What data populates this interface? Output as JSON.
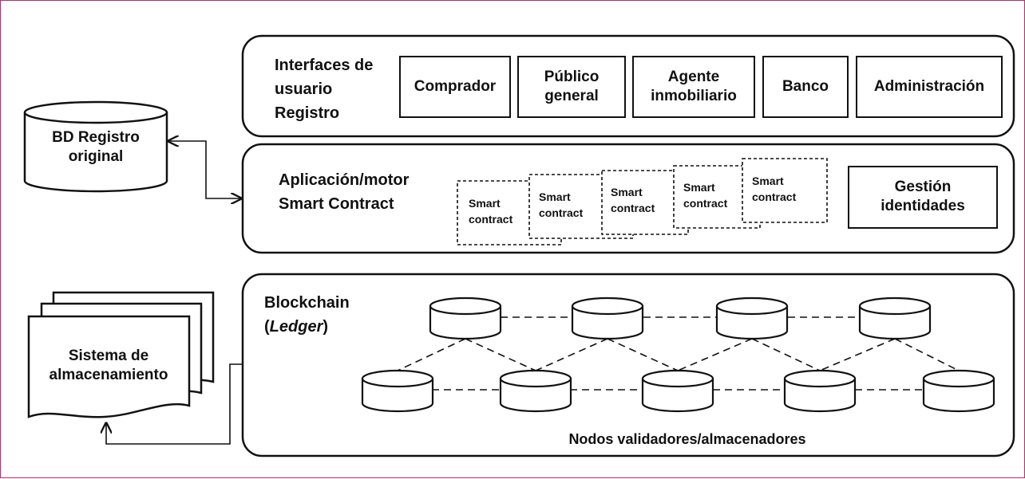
{
  "db": {
    "line1": "BD Registro",
    "line2": "original"
  },
  "interfaces": {
    "title_l1": "Interfaces de",
    "title_l2": "usuario",
    "title_l3": "Registro",
    "boxes": [
      {
        "l1": "Comprador"
      },
      {
        "l1": "Público",
        "l2": "general"
      },
      {
        "l1": "Agente",
        "l2": "inmobiliario"
      },
      {
        "l1": "Banco"
      },
      {
        "l1": "Administración"
      }
    ]
  },
  "app": {
    "title_l1": "Aplicación/motor",
    "title_l2": "Smart Contract",
    "contract_l1": "Smart",
    "contract_l2": "contract",
    "contract_count": 5,
    "identity_l1": "Gestión",
    "identity_l2": "identidades"
  },
  "blockchain": {
    "title_l1": "Blockchain",
    "title_paren_open": "(",
    "title_italic": "Ledger",
    "title_paren_close": ")",
    "nodes_label": "Nodos validadores/almacenadores"
  },
  "storage": {
    "line1": "Sistema de",
    "line2": "almacenamiento"
  }
}
